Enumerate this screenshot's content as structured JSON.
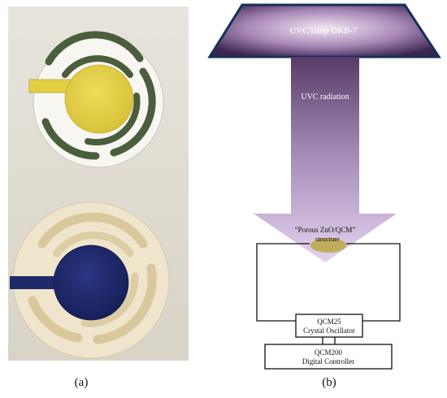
{
  "panel_a": {
    "caption": "(a)"
  },
  "panel_b": {
    "caption": "(b)",
    "lamp_label": "UVC lamp DKB-7",
    "radiation_label": "UVC radiation",
    "sample_label_line1": "“Porous ZnO/QCM”",
    "sample_label_line2": "structure",
    "oscillator_line1": "QCM25",
    "oscillator_line2": "Crystal Oscillator",
    "controller_line1": "QCM200",
    "controller_line2": "Digital Controller"
  },
  "colors": {
    "lamp_dark": "#3a2450",
    "lamp_light": "#ead8ee",
    "lamp_border": "#14305a",
    "arrow_top": "#5a3c6a",
    "arrow_bottom": "#ddc8e8",
    "crystal_yellow": "#e3cf44",
    "crystal_green": "#4a5e3c",
    "crystal_blue": "#1f2a6a",
    "crystal_beige": "#efe4cc",
    "sample_ellipse": "#c0ad5c"
  }
}
